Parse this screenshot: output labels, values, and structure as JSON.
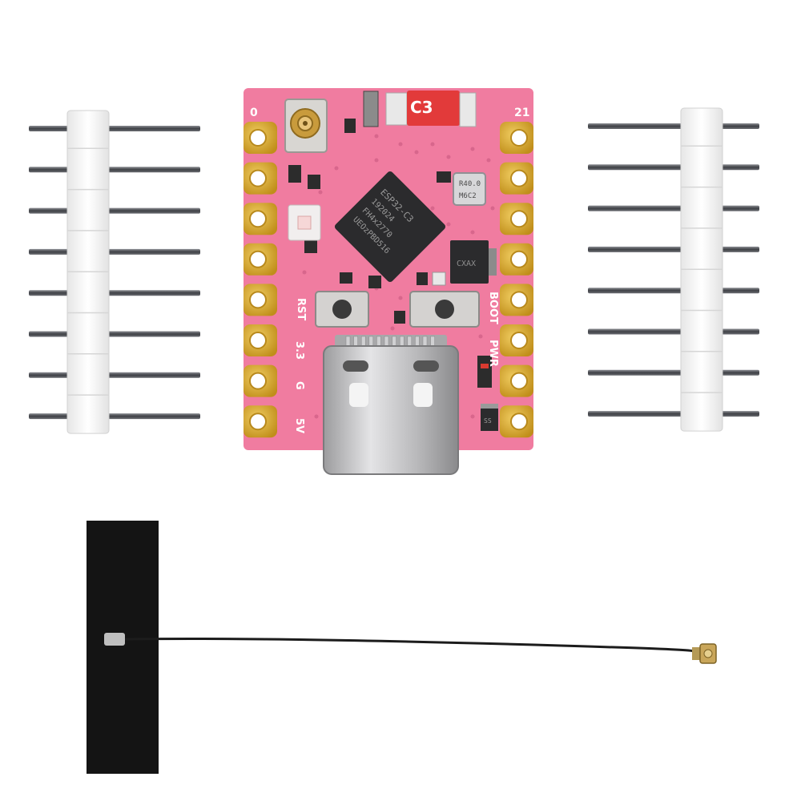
{
  "colors": {
    "background": "#ffffff",
    "pcb": "#f07ca0",
    "pad_gold": "#d4a52a",
    "header_white": "#f4f4f4",
    "pin_metal": "#5f6166",
    "chip": "#2b2b2d",
    "antenna": "#141414",
    "cable": "#1c1c1c",
    "connector_metal": "#c9c9cb",
    "led_red": "#d93a30"
  },
  "board": {
    "model_label": "C3",
    "left_pin_labels": [
      "0",
      "RST",
      "3.3",
      "G",
      "5V"
    ],
    "right_pin_labels": [
      "21",
      "BOOT",
      "PWR"
    ],
    "chip_text": [
      "ESP32-C3",
      "192024",
      "FH4x2770",
      "UEOzPBD516"
    ],
    "crystal_text": [
      "R40.0",
      "M6C2"
    ],
    "regulator_text": "CXAX",
    "diode_text": "SS"
  },
  "headers": {
    "pin_count_each": 8
  },
  "icons": {
    "button": "tactile-button-icon",
    "usb": "usb-c-connector-icon",
    "antenna": "ufl-antenna-icon"
  }
}
